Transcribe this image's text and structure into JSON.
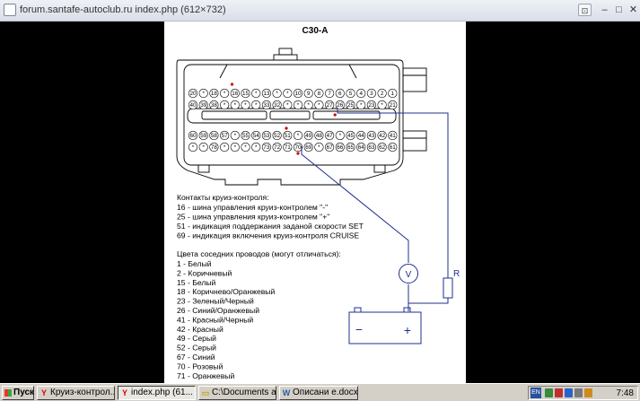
{
  "window": {
    "title": "forum.santafe-autoclub.ru index.php (612×732)",
    "buttons": {
      "lock": "⊡",
      "minimize": "–",
      "maximize": "□",
      "close": "✕"
    }
  },
  "diagram": {
    "title": "C30-A",
    "pins_row1": [
      "20",
      "*",
      "18",
      "*",
      "16",
      "15",
      "*",
      "13",
      "*",
      "*",
      "10",
      "9",
      "8",
      "7",
      "6",
      "5",
      "4",
      "3",
      "2",
      "1"
    ],
    "pins_row2": [
      "40",
      "39",
      "38",
      "*",
      "*",
      "*",
      "*",
      "33",
      "32",
      "*",
      "*",
      "*",
      "*",
      "27",
      "26",
      "25",
      "*",
      "23",
      "*",
      "21"
    ],
    "pins_row3": [
      "60",
      "59",
      "58",
      "57",
      "*",
      "55",
      "54",
      "53",
      "52",
      "51",
      "*",
      "49",
      "48",
      "47",
      "*",
      "45",
      "44",
      "43",
      "42",
      "41"
    ],
    "pins_row4": [
      "*",
      "*",
      "78",
      "*",
      "*",
      "*",
      "*",
      "73",
      "72",
      "71",
      "70",
      "69",
      "*",
      "67",
      "66",
      "65",
      "64",
      "63",
      "62",
      "61"
    ],
    "contacts_heading": "Контакты круиз-контроля:",
    "contacts": [
      "16 - шина управления круиз-контролем \"-\"",
      "25 - шина управления круиз-контролем \"+\"",
      "51 - индикация поддержания заданой скорости SET",
      "69 - индикация включения круиз-контроля CRUISE"
    ],
    "colors_heading": "Цвета соседних проводов (могут отличаться):",
    "colors": [
      "1 - Белый",
      "2 - Коричневый",
      "15 - Белый",
      "18 - Коричнево/Оранжевый",
      "23 - Зеленый/Черный",
      "26 - Синий/Оранжевый",
      "41 - Красный/Черный",
      "42 - Красный",
      "49 - Серый",
      "52 - Серый",
      "67 - Синий",
      "70 - Розовый",
      "71 - Оранжевый"
    ],
    "voltmeter_label": "V",
    "resistor_label": "R",
    "battery_minus": "−",
    "battery_plus": "+",
    "wire_color": "#1f2f8f",
    "marker_color": "#cc0000"
  },
  "taskbar": {
    "start_label": "Пуск",
    "items": [
      {
        "icon": "Y",
        "label": "Круиз-контрол..."
      },
      {
        "icon": "Y",
        "label": "index.php (61..."
      },
      {
        "icon": "▭",
        "label": "C:\\Documents a..."
      },
      {
        "icon": "W",
        "label": "Описани e.docx..."
      }
    ],
    "language": "EN",
    "clock": "7:48"
  }
}
